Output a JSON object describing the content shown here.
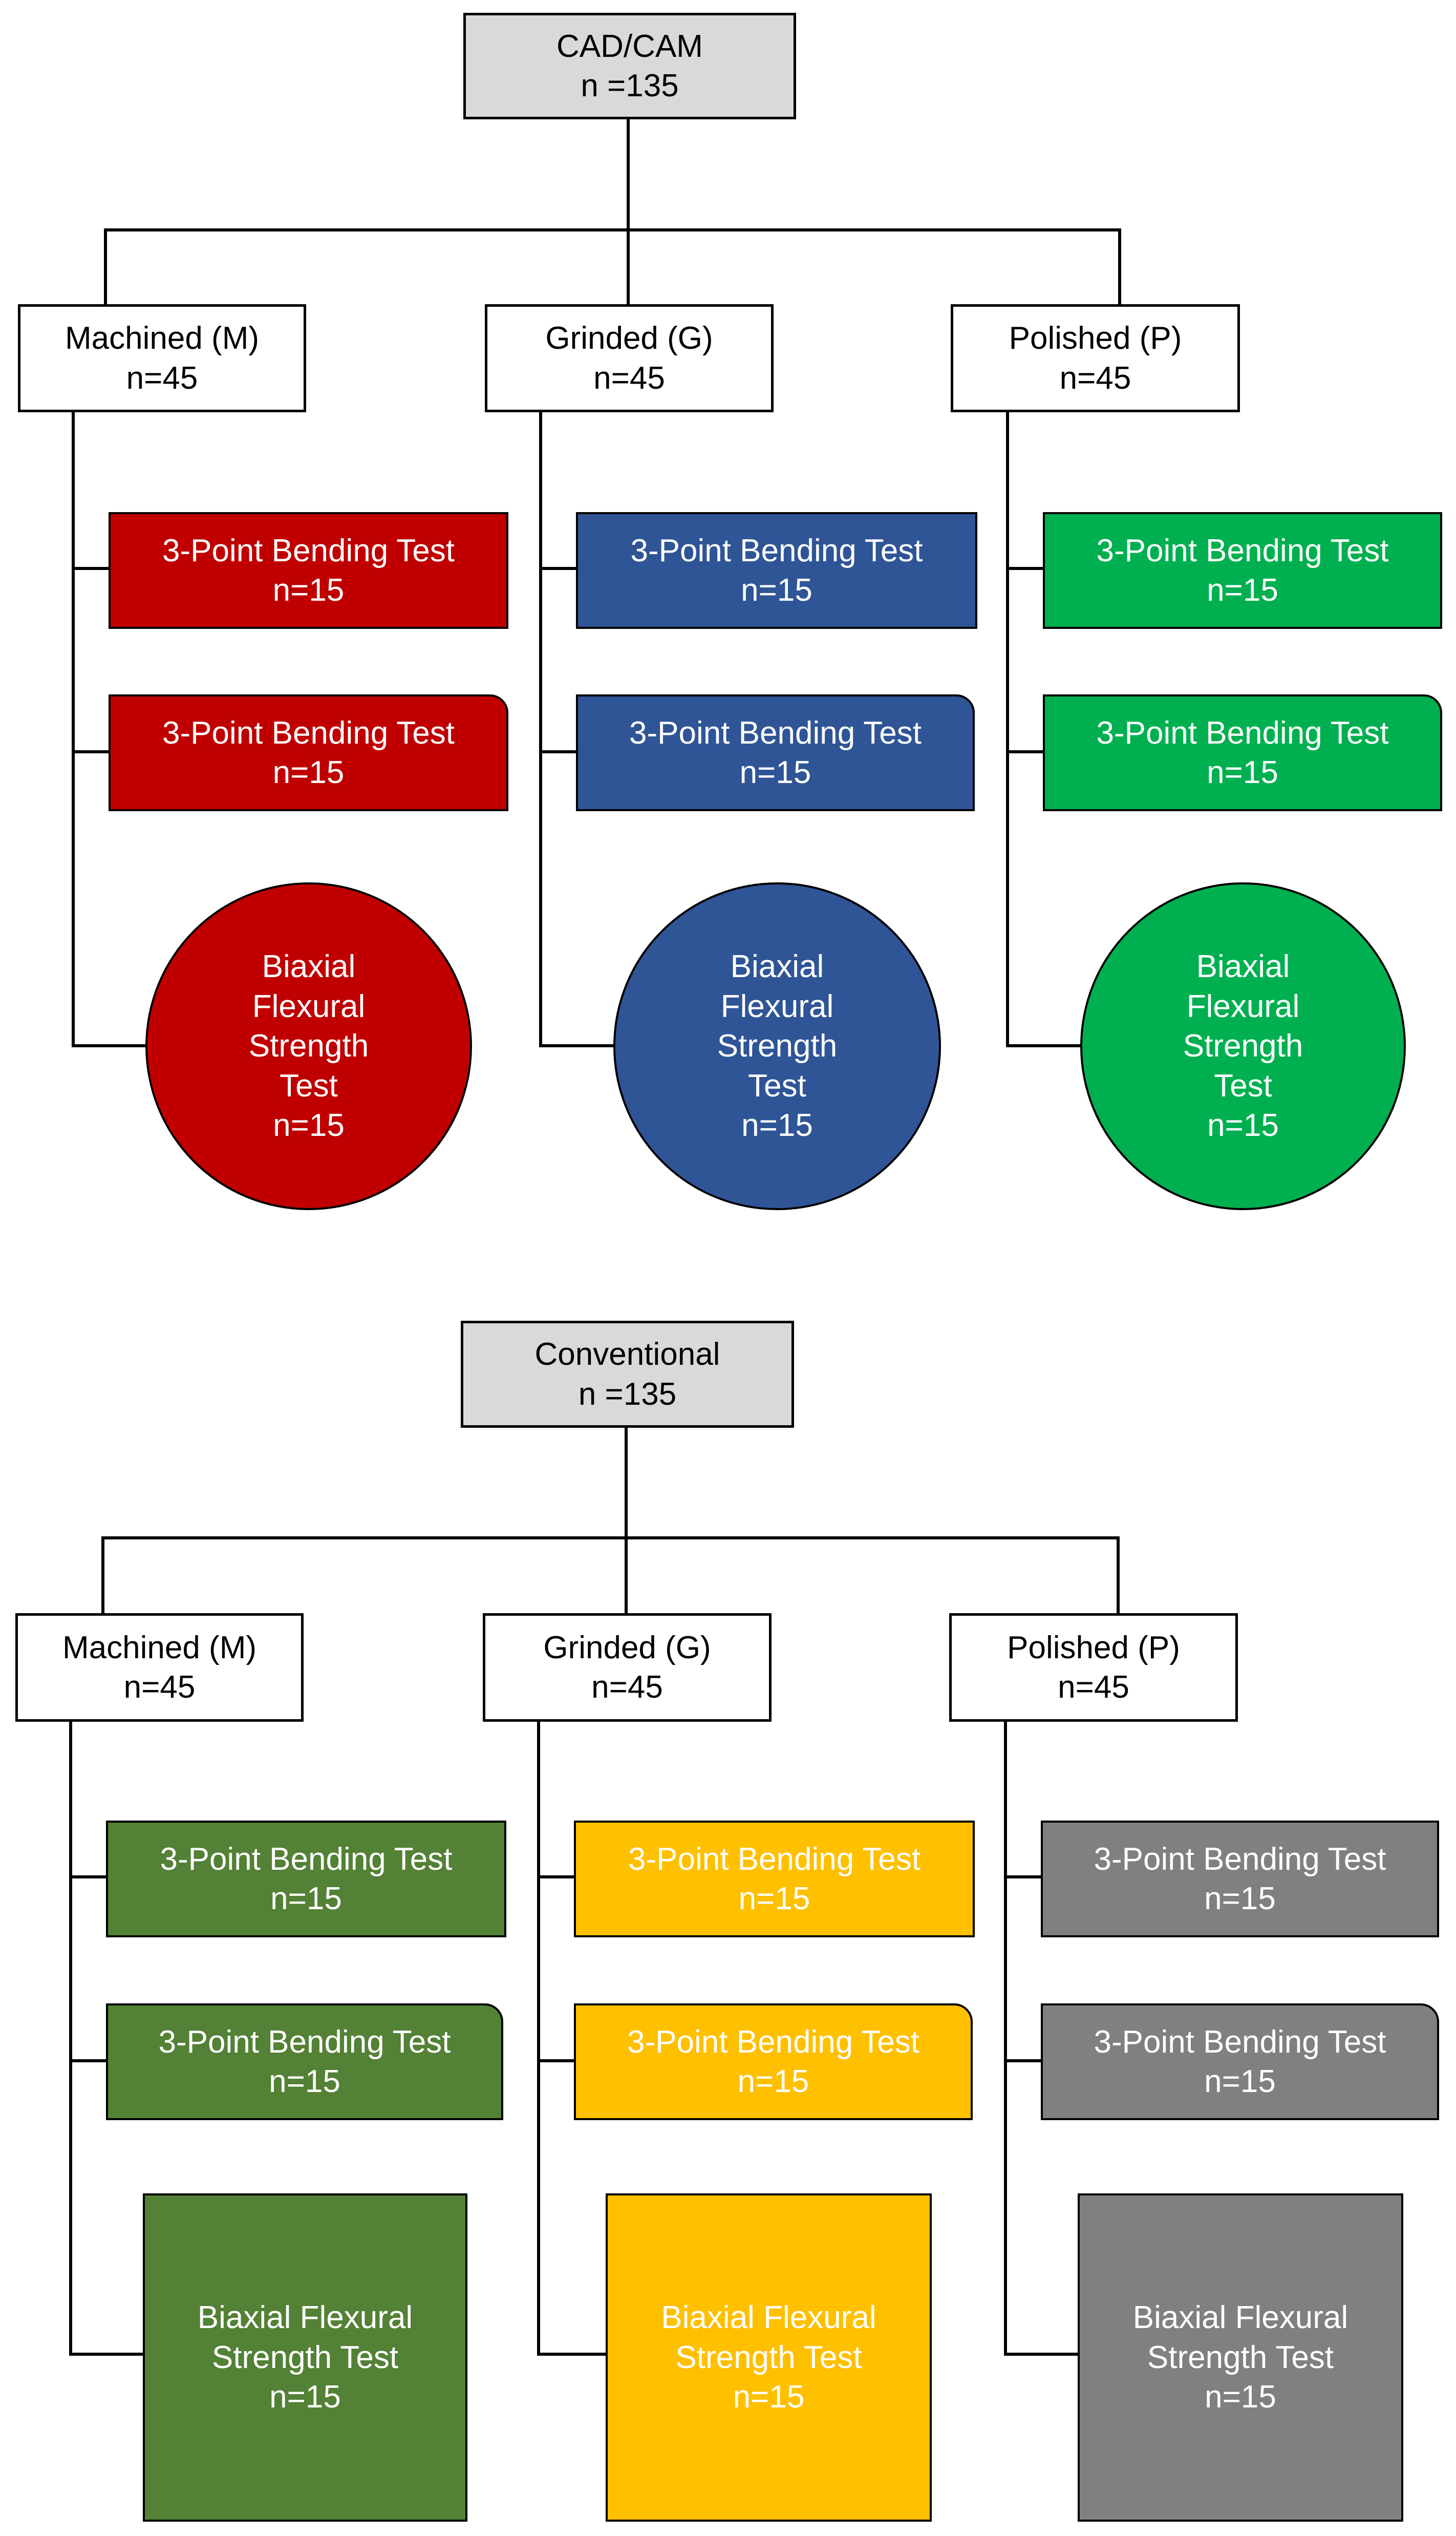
{
  "colors": {
    "red": "#c00000",
    "blue": "#2f5597",
    "green": "#00b050",
    "olive": "#538135",
    "gold": "#ffc000",
    "gray": "#808080",
    "root_fill": "#d9d9d9"
  },
  "cadcam": {
    "root": {
      "title": "CAD/CAM",
      "count": "n =135"
    },
    "groups": [
      {
        "name": "Machined (M)",
        "count": "n=45",
        "tests": [
          {
            "label": "3-Point Bending Test",
            "count": "n=15"
          },
          {
            "label": "3-Point Bending Test",
            "count": "n=15"
          }
        ],
        "biaxial": {
          "line1": "Biaxial",
          "line2": "Flexural",
          "line3": "Strength",
          "line4": "Test",
          "count": "n=15"
        }
      },
      {
        "name": "Grinded (G)",
        "count": "n=45",
        "tests": [
          {
            "label": "3-Point Bending Test",
            "count": "n=15"
          },
          {
            "label": "3-Point Bending Test",
            "count": "n=15"
          }
        ],
        "biaxial": {
          "line1": "Biaxial",
          "line2": "Flexural",
          "line3": "Strength",
          "line4": "Test",
          "count": "n=15"
        }
      },
      {
        "name": "Polished (P)",
        "count": "n=45",
        "tests": [
          {
            "label": "3-Point Bending Test",
            "count": "n=15"
          },
          {
            "label": "3-Point Bending Test",
            "count": "n=15"
          }
        ],
        "biaxial": {
          "line1": "Biaxial",
          "line2": "Flexural",
          "line3": "Strength",
          "line4": "Test",
          "count": "n=15"
        }
      }
    ]
  },
  "conventional": {
    "root": {
      "title": "Conventional",
      "count": "n =135"
    },
    "groups": [
      {
        "name": "Machined (M)",
        "count": "n=45",
        "tests": [
          {
            "label": "3-Point Bending Test",
            "count": "n=15"
          },
          {
            "label": "3-Point Bending Test",
            "count": "n=15"
          }
        ],
        "biaxial": {
          "line1": "Biaxial Flexural",
          "line2": "Strength Test",
          "count": "n=15"
        }
      },
      {
        "name": "Grinded (G)",
        "count": "n=45",
        "tests": [
          {
            "label": "3-Point Bending Test",
            "count": "n=15"
          },
          {
            "label": "3-Point Bending Test",
            "count": "n=15"
          }
        ],
        "biaxial": {
          "line1": "Biaxial Flexural",
          "line2": "Strength Test",
          "count": "n=15"
        }
      },
      {
        "name": "Polished (P)",
        "count": "n=45",
        "tests": [
          {
            "label": "3-Point Bending Test",
            "count": "n=15"
          },
          {
            "label": "3-Point Bending Test",
            "count": "n=15"
          }
        ],
        "biaxial": {
          "line1": "Biaxial Flexural",
          "line2": "Strength Test",
          "count": "n=15"
        }
      }
    ]
  }
}
